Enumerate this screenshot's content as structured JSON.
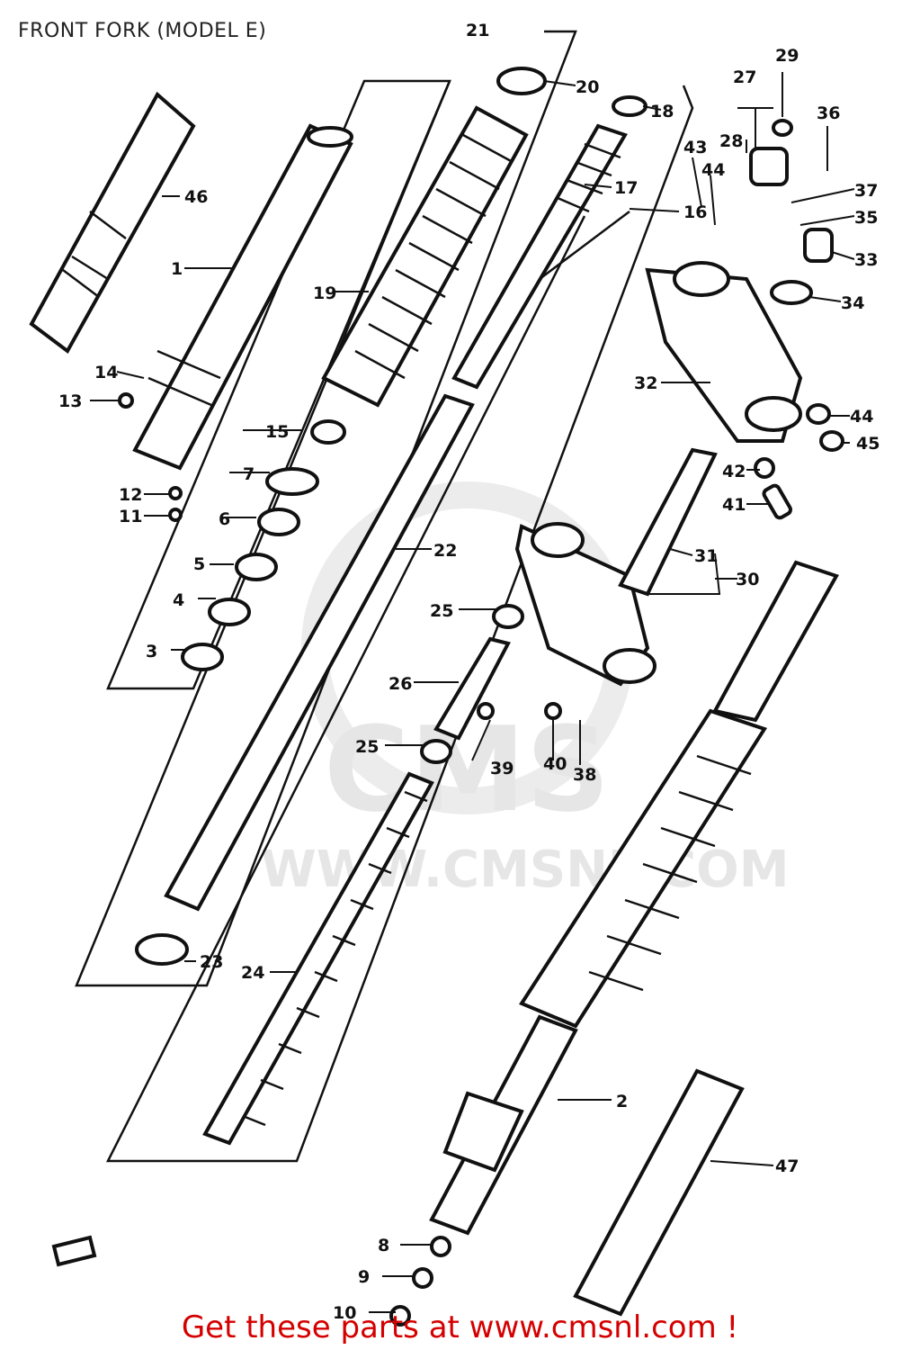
{
  "title": "FRONT FORK (MODEL E)",
  "footer": "Get these parts at www.cmsnl.com !",
  "watermark": {
    "logo": "CMS",
    "url": "WWW.CMSNL.COM"
  },
  "colors": {
    "footer_text": "#d40000",
    "line_art": "#111111",
    "background": "#ffffff"
  },
  "callouts": [
    {
      "id": "c1",
      "label": "1"
    },
    {
      "id": "c2",
      "label": "2"
    },
    {
      "id": "c3",
      "label": "3"
    },
    {
      "id": "c4",
      "label": "4"
    },
    {
      "id": "c5",
      "label": "5"
    },
    {
      "id": "c6",
      "label": "6"
    },
    {
      "id": "c7",
      "label": "7"
    },
    {
      "id": "c8",
      "label": "8"
    },
    {
      "id": "c9",
      "label": "9"
    },
    {
      "id": "c10",
      "label": "10"
    },
    {
      "id": "c11",
      "label": "11"
    },
    {
      "id": "c12",
      "label": "12"
    },
    {
      "id": "c13",
      "label": "13"
    },
    {
      "id": "c14",
      "label": "14"
    },
    {
      "id": "c15",
      "label": "15"
    },
    {
      "id": "c16",
      "label": "16"
    },
    {
      "id": "c17",
      "label": "17"
    },
    {
      "id": "c18",
      "label": "18"
    },
    {
      "id": "c19",
      "label": "19"
    },
    {
      "id": "c20",
      "label": "20"
    },
    {
      "id": "c21",
      "label": "21"
    },
    {
      "id": "c22",
      "label": "22"
    },
    {
      "id": "c23",
      "label": "23"
    },
    {
      "id": "c24",
      "label": "24"
    },
    {
      "id": "c25a",
      "label": "25"
    },
    {
      "id": "c25b",
      "label": "25"
    },
    {
      "id": "c26",
      "label": "26"
    },
    {
      "id": "c27",
      "label": "27"
    },
    {
      "id": "c28",
      "label": "28"
    },
    {
      "id": "c29",
      "label": "29"
    },
    {
      "id": "c30",
      "label": "30"
    },
    {
      "id": "c31",
      "label": "31"
    },
    {
      "id": "c32",
      "label": "32"
    },
    {
      "id": "c33",
      "label": "33"
    },
    {
      "id": "c34",
      "label": "34"
    },
    {
      "id": "c35",
      "label": "35"
    },
    {
      "id": "c36",
      "label": "36"
    },
    {
      "id": "c37",
      "label": "37"
    },
    {
      "id": "c38",
      "label": "38"
    },
    {
      "id": "c39",
      "label": "39"
    },
    {
      "id": "c40",
      "label": "40"
    },
    {
      "id": "c41",
      "label": "41"
    },
    {
      "id": "c42",
      "label": "42"
    },
    {
      "id": "c43",
      "label": "43"
    },
    {
      "id": "c44a",
      "label": "44"
    },
    {
      "id": "c44b",
      "label": "44"
    },
    {
      "id": "c45",
      "label": "45"
    },
    {
      "id": "c46",
      "label": "46"
    },
    {
      "id": "c47",
      "label": "47"
    }
  ]
}
